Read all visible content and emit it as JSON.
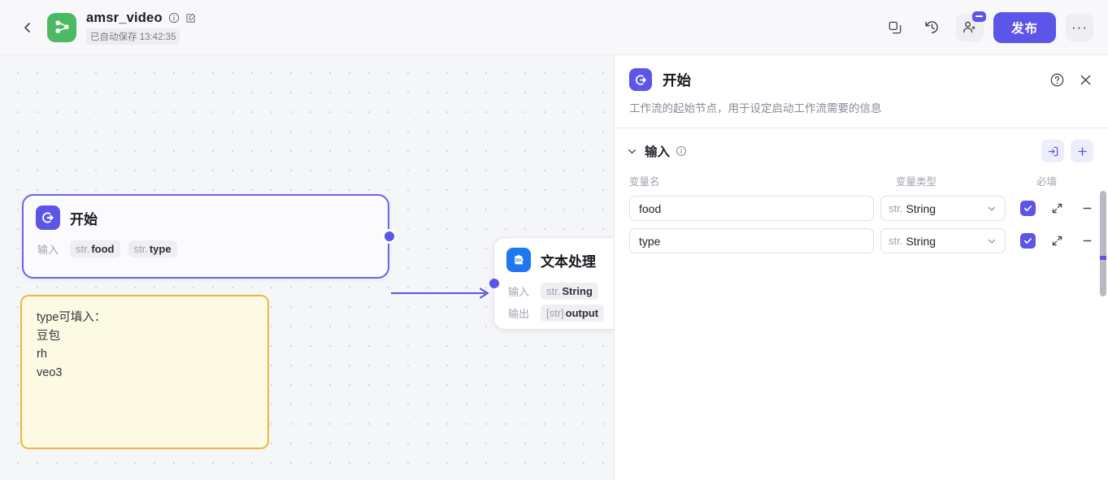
{
  "topbar": {
    "back_icon": "chevron-left-icon",
    "logo_icon": "share-nodes-icon",
    "app_title": "amsr_video",
    "info_icon": "info-circle-icon",
    "edit_icon": "pencil-square-icon",
    "save_status": "已自动保存 13:42:35",
    "duplicate_icon": "copy-icon",
    "history_icon": "clock-history-icon",
    "collaborators_icon": "people-icon",
    "publish_label": "发布",
    "more_icon": "ellipsis-icon"
  },
  "canvas": {
    "start_node": {
      "icon": "start-node-icon",
      "title": "开始",
      "input_label": "输入",
      "chips": [
        {
          "type": "str.",
          "name": "food"
        },
        {
          "type": "str.",
          "name": "type"
        }
      ]
    },
    "text_node": {
      "icon": "text-process-icon",
      "title": "文本处理",
      "input_label": "输入",
      "input_chip": {
        "type": "str.",
        "name": "String"
      },
      "output_label": "输出",
      "output_chip": {
        "type": "[str]",
        "name": "output"
      }
    },
    "sticky_note": {
      "lines": [
        "type可填入：",
        "豆包",
        "rh",
        "veo3"
      ],
      "border_color": "#e8b93d",
      "background_color": "#fdfae4"
    },
    "edge_color": "#5b55e8"
  },
  "panel": {
    "icon": "start-node-icon",
    "title": "开始",
    "help_icon": "question-circle-icon",
    "close_icon": "close-icon",
    "description": "工作流的起始节点，用于设定启动工作流需要的信息",
    "section": {
      "collapse_icon": "chevron-down-icon",
      "title": "输入",
      "info_icon": "info-circle-icon",
      "import_icon": "import-variable-icon",
      "add_icon": "plus-icon"
    },
    "columns": {
      "name": "变量名",
      "type": "变量类型",
      "required": "必填"
    },
    "rows": [
      {
        "name": "food",
        "type_prefix": "str.",
        "type_value": "String",
        "required": true,
        "expand_icon": "expand-icon",
        "remove_icon": "minus-icon"
      },
      {
        "name": "type",
        "type_prefix": "str.",
        "type_value": "String",
        "required": true,
        "expand_icon": "expand-icon",
        "remove_icon": "minus-icon"
      }
    ]
  },
  "theme": {
    "accent": "#5b55e8",
    "logo_green": "#4cb963",
    "node_blue": "#1e76f0"
  }
}
